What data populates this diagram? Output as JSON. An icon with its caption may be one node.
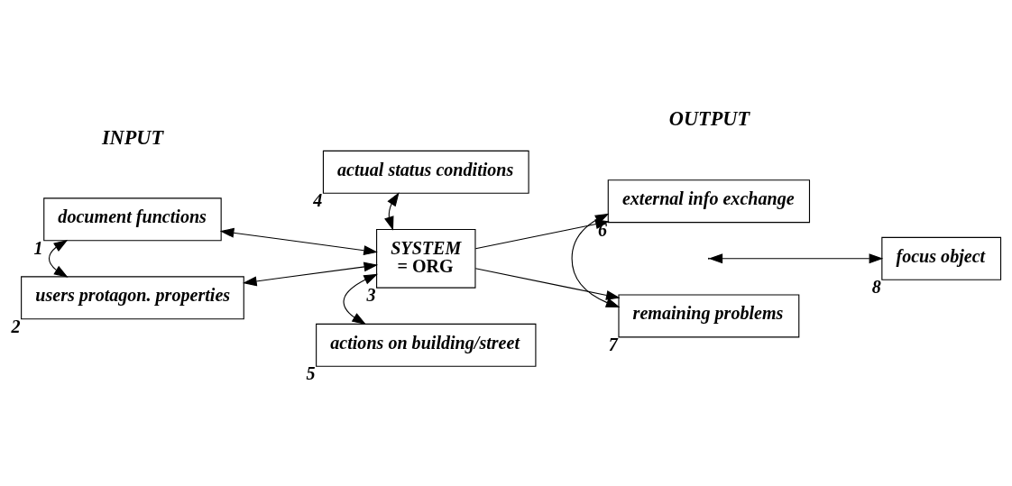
{
  "diagram": {
    "nodes": [
      {
        "text": [
          "document functions"
        ],
        "beside": [
          "1"
        ]
      },
      {
        "text": [
          "users protagon. properties"
        ],
        "beside": [
          "2"
        ]
      },
      {
        "text": [
          "SYSTEM",
          "= ORG"
        ],
        "beside": [
          "3"
        ]
      },
      {
        "text": [
          "actual status conditions"
        ],
        "beside": [
          "4"
        ]
      },
      {
        "text": [
          "actions on building/street"
        ],
        "beside": [
          "5"
        ]
      },
      {
        "text": [
          "external info exchange"
        ],
        "beside": [
          "6"
        ]
      },
      {
        "text": [
          "focus object"
        ],
        "beside": [
          "8"
        ]
      },
      {
        "text": [
          "remaining problems"
        ],
        "beside": [
          "7"
        ]
      }
    ],
    "edges": [
      {
        "from": 0,
        "to": 1,
        "arrow": "both"
      },
      {
        "from": 0,
        "to": 2,
        "arrow": "both"
      },
      {
        "from": 1,
        "to": 2,
        "arrow": "both"
      },
      {
        "from": 3,
        "to": 2,
        "arrow": "both"
      },
      {
        "from": 2,
        "to": 4,
        "arrow": "both"
      },
      {
        "from": 2,
        "to": 5,
        "arrow": "to"
      },
      {
        "from": 2,
        "to": 7,
        "arrow": "to"
      },
      {
        "from": 5,
        "to": 7,
        "arrow": "both"
      },
      {
        "from": null,
        "to": 6,
        "arrow": "both"
      }
    ],
    "labels": [
      "INPUT",
      "OUTPUT"
    ]
  }
}
